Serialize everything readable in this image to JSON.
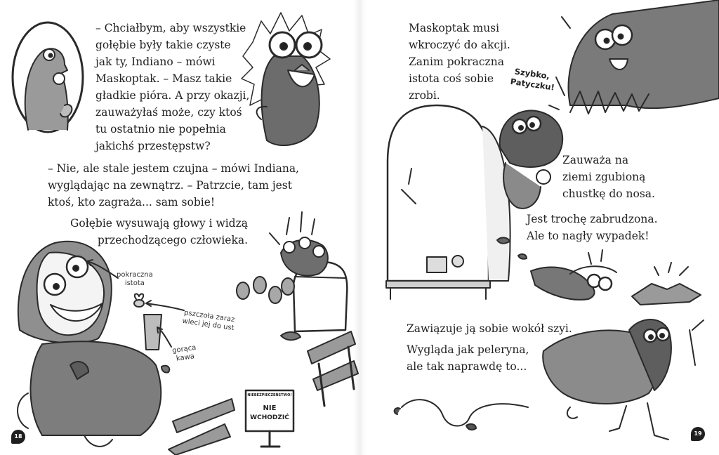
{
  "left_page": {
    "number": "18",
    "paragraphs": [
      [
        "– Chciałbym, aby wszystkie",
        "gołębie były takie czyste",
        "jak ty, Indiano – mówi",
        "Maskoptak. – Masz takie",
        "gładkie pióra. A przy okazji,",
        "zauważyłaś może, czy ktoś",
        "tu ostatnio nie popełnia",
        "jakichś przestępstw?"
      ],
      [
        "– Nie, ale stale jestem czujna – mówi Indiana,",
        "wyglądając na zewnątrz. – Patrzcie, tam jest",
        "ktoś, kto zagraża... sam sobie!"
      ],
      [
        "Gołębie wysuwają głowy i widzą",
        "przechodzącego człowieka."
      ]
    ],
    "labels": {
      "creature": [
        "pokraczna",
        "istota"
      ],
      "bee": [
        "pszczoła zaraz",
        "wleci jej do ust"
      ],
      "coffee": [
        "gorąca",
        "kawa"
      ]
    },
    "sign": {
      "top": "NIEBEZPIECZEŃSTWO!",
      "line1": "NIE",
      "line2": "WCHODZIĆ"
    }
  },
  "right_page": {
    "number": "19",
    "paragraphs": [
      [
        "Maskoptak musi",
        "wkroczyć do akcji.",
        "Zanim pokraczna",
        "istota coś sobie",
        "zrobi."
      ],
      [
        "Zauważa na",
        "ziemi zgubioną",
        "chustkę do nosa."
      ],
      [
        "Jest trochę zabrudzona.",
        "Ale to nagły wypadek!"
      ],
      [
        "Zawiązuje ją sobie wokół szyi."
      ],
      [
        "Wygląda jak peleryna,",
        "ale tak naprawdę to..."
      ]
    ],
    "shout": [
      "Szybko,",
      "Patyczku!"
    ]
  }
}
